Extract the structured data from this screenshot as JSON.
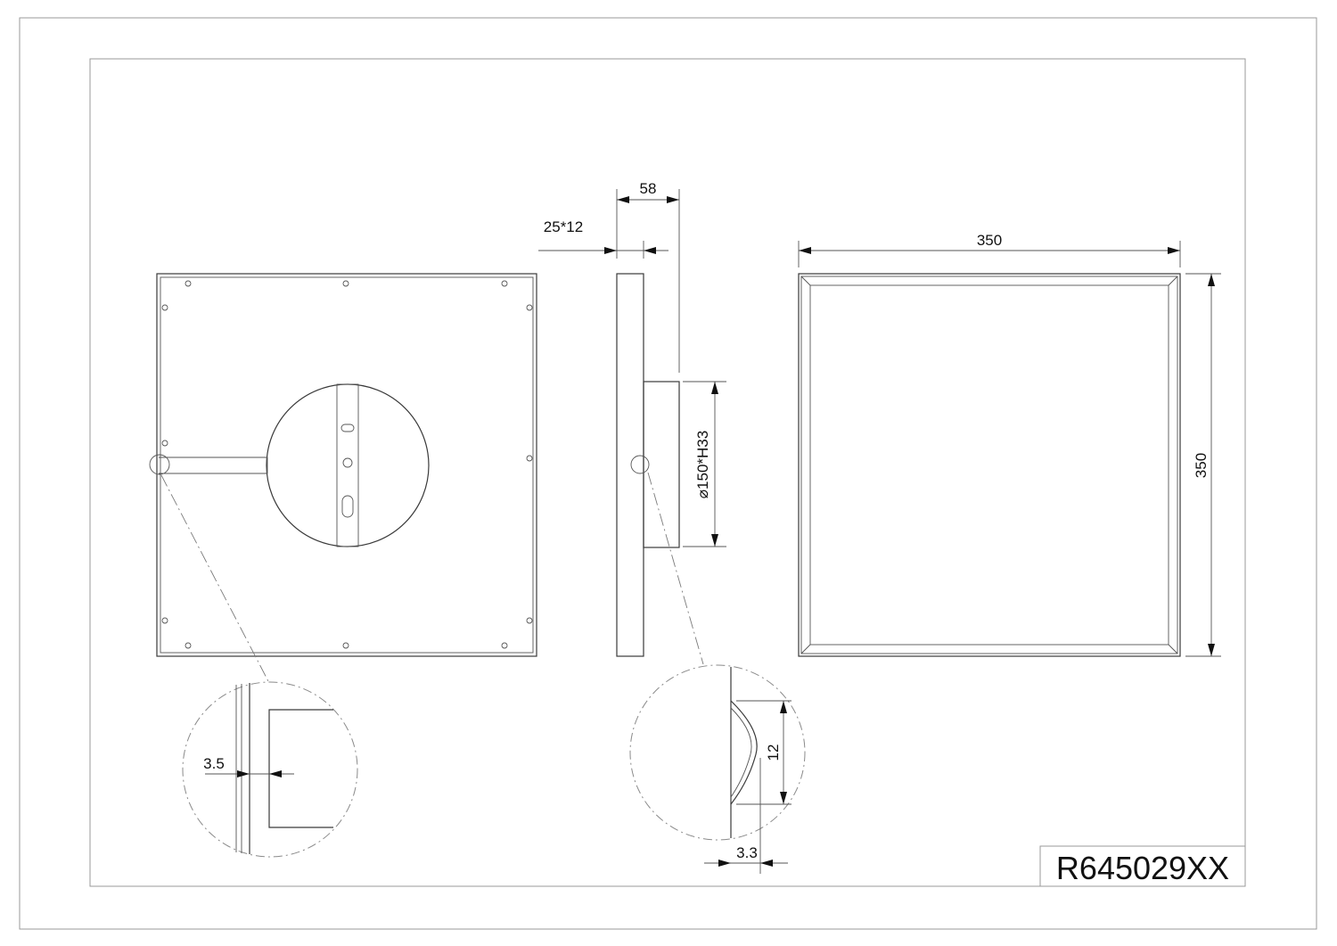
{
  "drawing": {
    "model_code": "R645029XX",
    "dimensions": {
      "width": "350",
      "height": "350",
      "depth": "58",
      "profile": "25*12",
      "canopy": "⌀150*H33",
      "detail_left": "3.5",
      "detail_right_height": "12",
      "detail_right_width": "3.3"
    }
  }
}
